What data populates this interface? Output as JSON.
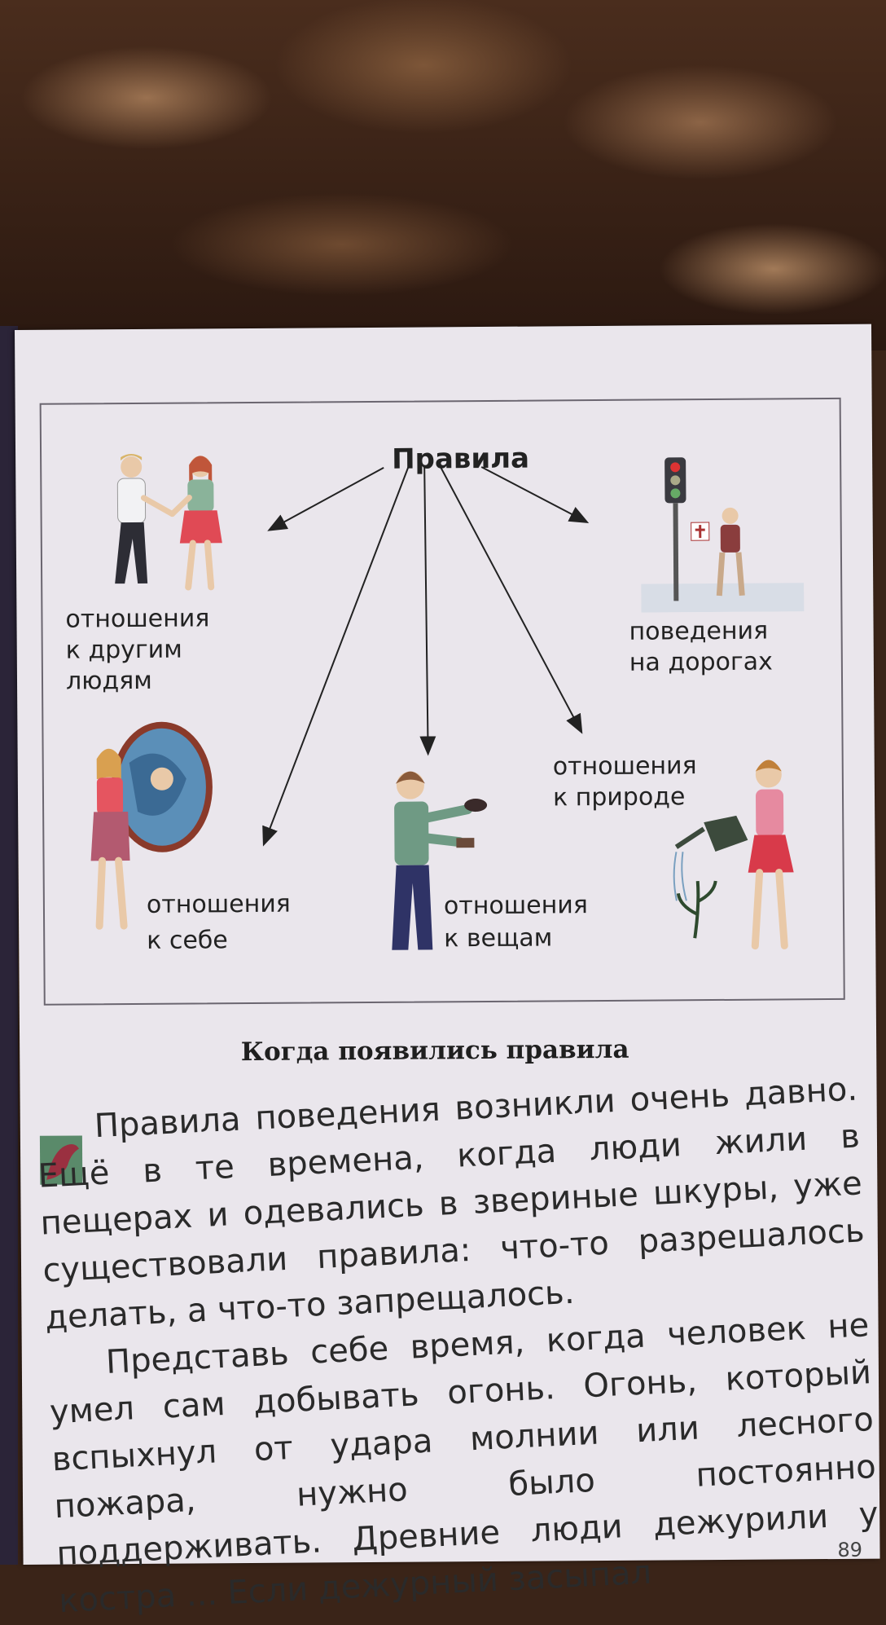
{
  "diagram": {
    "title": "Правила",
    "labels": {
      "others": [
        "отношения",
        "к другим",
        "людям"
      ],
      "roads": [
        "поведения",
        "на дорогах"
      ],
      "nature": [
        "отношения",
        "к природе"
      ],
      "self": [
        "отношения",
        "к себе"
      ],
      "things": [
        "отношения",
        "к вещам"
      ]
    }
  },
  "section": {
    "heading": "Когда появились правила",
    "paragraphs": [
      "Правила поведения возникли очень давно. Ещё в те времена, когда люди жили в пещерах и одевались в звериные шкуры, уже существовали правила: что-то разрешалось делать, а что-то запрещалось.",
      "Представь себе время, когда человек не умел сам добывать огонь. Огонь, который вспыхнул от удара молнии или лесного пожара, нужно было постоянно поддерживать. Древние люди дежурили у костра ... Если дежурный засыпал"
    ]
  },
  "page_number": "89"
}
